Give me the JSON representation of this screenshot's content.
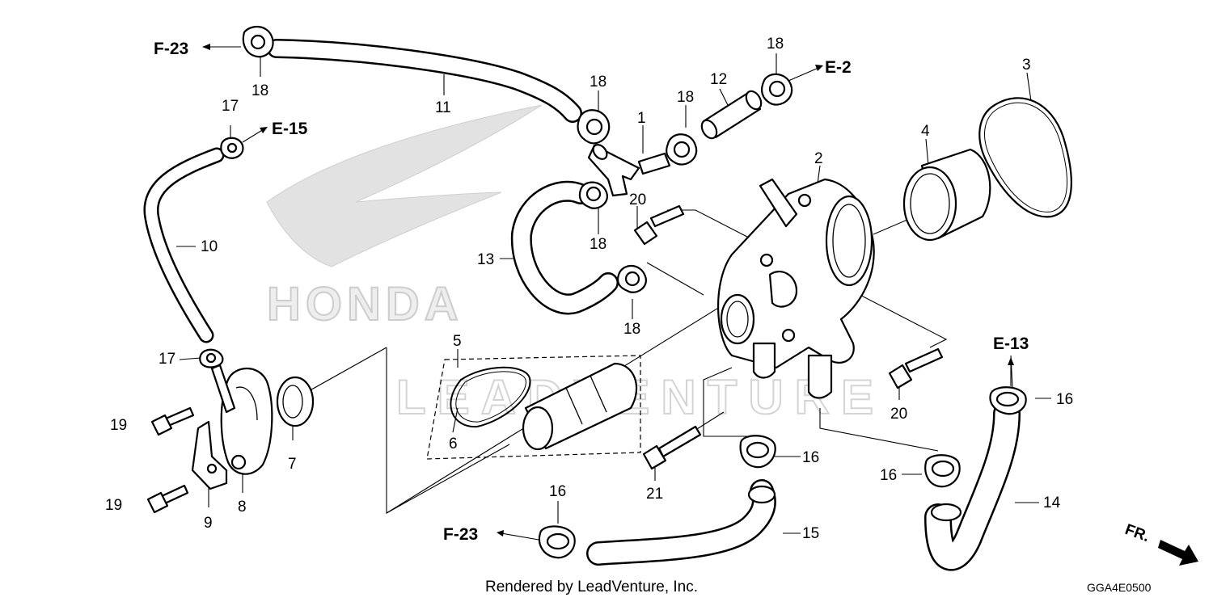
{
  "watermark": {
    "brand": "HONDA",
    "lead": "LEADVENTURE"
  },
  "footer": {
    "rendered_by": "Rendered by LeadVenture, Inc.",
    "diagram_code": "GGA4E0500"
  },
  "direction": {
    "label": "FR."
  },
  "refs": {
    "f23_top": "F-23",
    "f23_bottom": "F-23",
    "e2": "E-2",
    "e15": "E-15",
    "e13": "E-13"
  },
  "callouts": {
    "n1": "1",
    "n2": "2",
    "n3": "3",
    "n4": "4",
    "n5": "5",
    "n6": "6",
    "n7": "7",
    "n8": "8",
    "n9": "9",
    "n10": "10",
    "n11": "11",
    "n12": "12",
    "n13": "13",
    "n14": "14",
    "n15": "15",
    "n16a": "16",
    "n16b": "16",
    "n16c": "16",
    "n16d": "16",
    "n17a": "17",
    "n17b": "17",
    "n18a": "18",
    "n18b": "18",
    "n18c": "18",
    "n18d": "18",
    "n18e": "18",
    "n18f": "18",
    "n19a": "19",
    "n19b": "19",
    "n20a": "20",
    "n20b": "20",
    "n21": "21"
  }
}
